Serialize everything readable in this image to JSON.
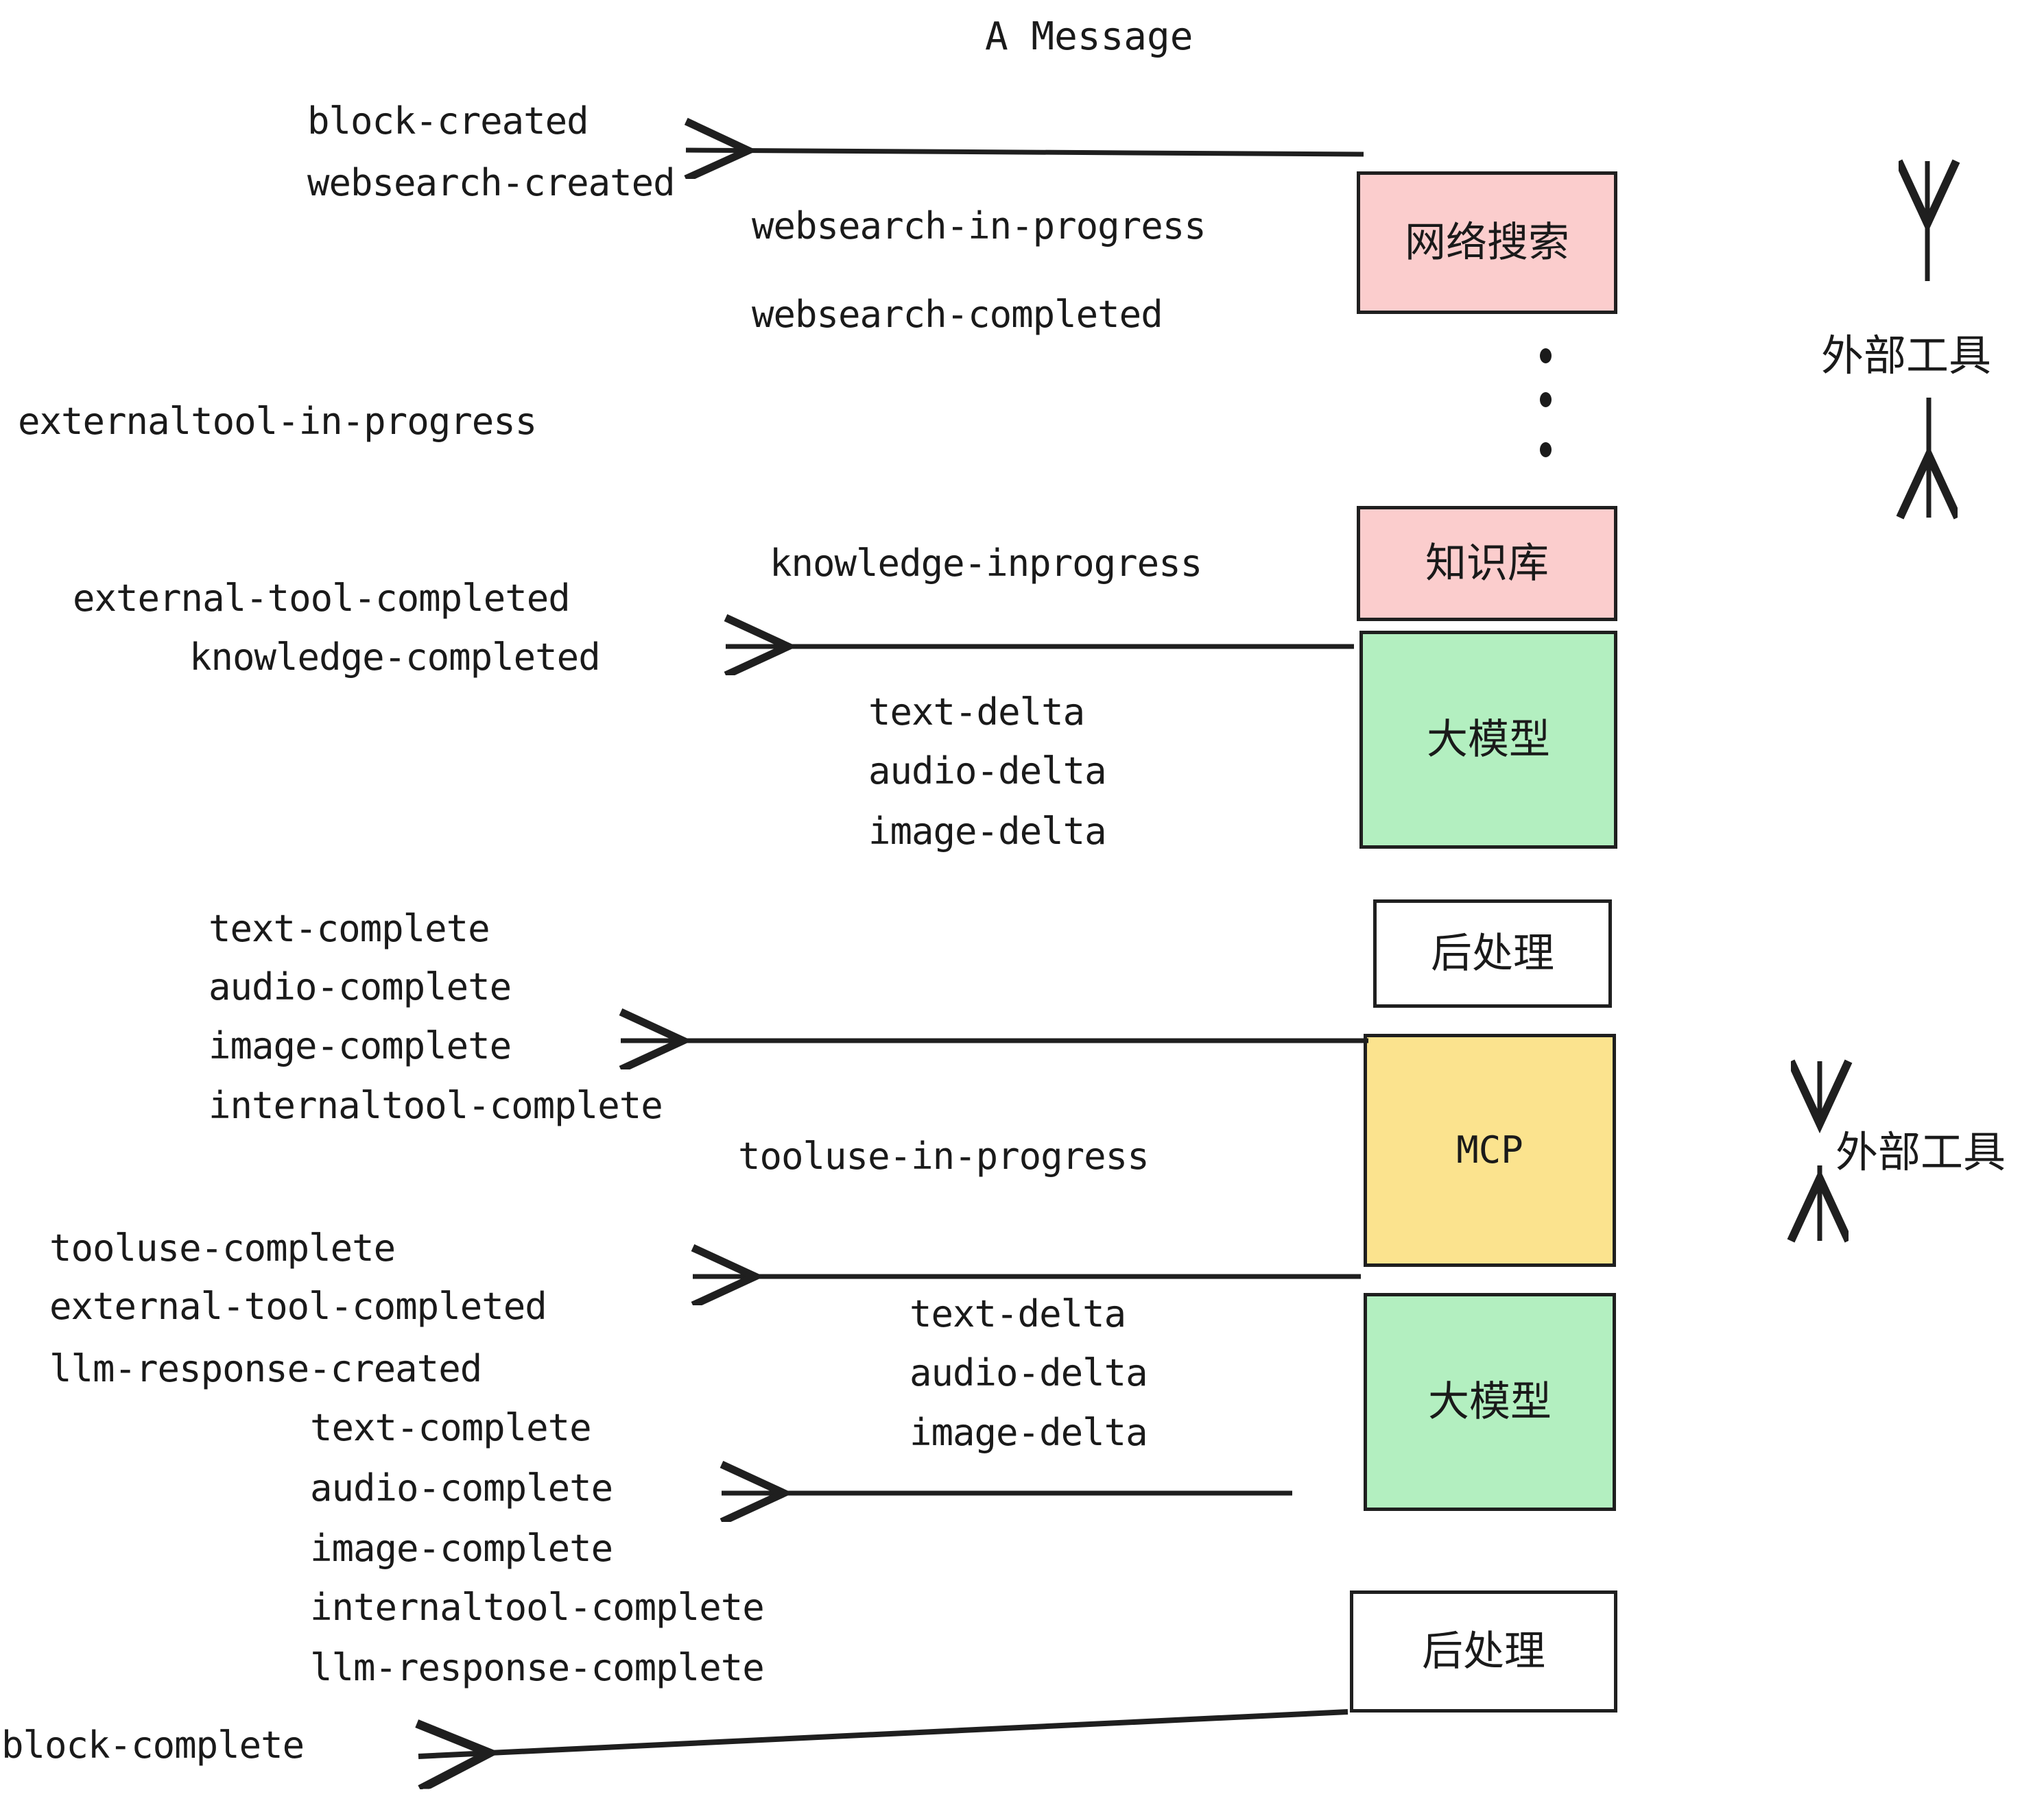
{
  "title": "A Message",
  "colors": {
    "pink": "#FBCDCD",
    "green": "#B3EFC0",
    "yellow": "#FBE38E",
    "white": "#FFFFFF",
    "stroke": "#1F1F1F",
    "text": "#1A1A1A"
  },
  "boxes": [
    {
      "id": "websearch",
      "label": "网络搜索",
      "fill": "pink"
    },
    {
      "id": "knowledge",
      "label": "知识库",
      "fill": "pink"
    },
    {
      "id": "llm1",
      "label": "大模型",
      "fill": "green"
    },
    {
      "id": "postprocess1",
      "label": "后处理",
      "fill": "white"
    },
    {
      "id": "mcp",
      "label": "MCP",
      "fill": "yellow"
    },
    {
      "id": "llm2",
      "label": "大模型",
      "fill": "green"
    },
    {
      "id": "postprocess2",
      "label": "后处理",
      "fill": "white"
    }
  ],
  "side_labels": [
    {
      "id": "external-tools-top",
      "label": "外部工具"
    },
    {
      "id": "external-tools-bottom",
      "label": "外部工具"
    }
  ],
  "events": {
    "block_created": "block-created",
    "websearch_created": "websearch-created",
    "websearch_in_progress": "websearch-in-progress",
    "websearch_completed": "websearch-completed",
    "externaltool_in_progress": "externaltool-in-progress",
    "knowledge_inprogress": "knowledge-inprogress",
    "external_tool_completed_1": "external-tool-completed",
    "knowledge_completed": "knowledge-completed",
    "text_delta_1": "text-delta",
    "audio_delta_1": "audio-delta",
    "image_delta_1": "image-delta",
    "text_complete_1": "text-complete",
    "audio_complete_1": "audio-complete",
    "image_complete_1": "image-complete",
    "internaltool_complete_1": "internaltool-complete",
    "tooluse_in_progress": "tooluse-in-progress",
    "tooluse_complete": "tooluse-complete",
    "external_tool_completed_2": "external-tool-completed",
    "llm_response_created": "llm-response-created",
    "text_delta_2": "text-delta",
    "audio_delta_2": "audio-delta",
    "image_delta_2": "image-delta",
    "text_complete_2": "text-complete",
    "audio_complete_2": "audio-complete",
    "image_complete_2": "image-complete",
    "internaltool_complete_2": "internaltool-complete",
    "llm_response_complete": "llm-response-complete",
    "block_complete": "block-complete"
  }
}
